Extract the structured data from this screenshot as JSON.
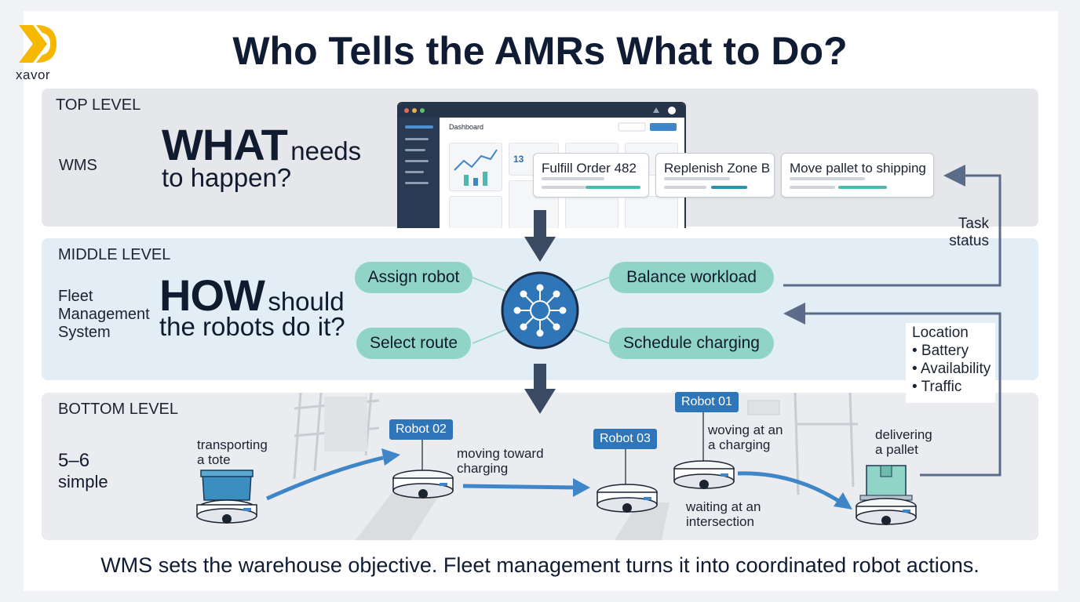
{
  "brand": {
    "name": "xavor",
    "icon": "xavor-logo-icon",
    "accent": "#f5b700"
  },
  "title": "Who Tells the AMRs What to Do?",
  "levels": {
    "top": {
      "label": "TOP LEVEL",
      "system": "WMS",
      "question_keyword": "WHAT",
      "question_rest_1": "needs",
      "question_rest_2": "to happen?"
    },
    "middle": {
      "label": "MIDDLE LEVEL",
      "system_line_1": "Fleet",
      "system_line_2": "Management",
      "system_line_3": "System",
      "question_keyword": "HOW",
      "question_rest_1": "should",
      "question_rest_2": "the robots do it?"
    },
    "bottom": {
      "label": "BOTTOM LEVEL",
      "count_line_1": "5–6",
      "count_line_2": "simple"
    }
  },
  "dashboard": {
    "title": "Dashboard",
    "stat": "13"
  },
  "tasks": [
    "Fulfill Order 482",
    "Replenish Zone B",
    "Move pallet to shipping"
  ],
  "fleet_actions": {
    "left": [
      "Assign robot",
      "Select route"
    ],
    "right": [
      "Balance workload",
      "Schedule charging"
    ],
    "hub_icon": "network-hub-icon"
  },
  "feedback": {
    "task_status_line_1": "Task",
    "task_status_line_2": "status",
    "robot_info": [
      "Location",
      "• Battery",
      "• Availability",
      "• Traffic"
    ]
  },
  "robots": [
    {
      "label": "Robot 02",
      "caption_line_1": "moving toward",
      "caption_line_2": "charging"
    },
    {
      "label": "Robot 03",
      "caption_line_1": "waiting at an",
      "caption_line_2": "intersection"
    },
    {
      "label": "Robot 01",
      "caption_line_1": "woving at an",
      "caption_line_2": "a charging"
    }
  ],
  "activities": {
    "tote_line_1": "transporting",
    "tote_line_2": "a tote",
    "pallet_line_1": "delivering",
    "pallet_line_2": "a pallet"
  },
  "footer": "WMS sets the warehouse objective. Fleet management turns it into coordinated robot actions.",
  "colors": {
    "navy": "#101c33",
    "teal_pill": "#8fd4c7",
    "hub": "#2f76b8",
    "arrow": "#3a4a63",
    "robot_tag": "#2f76b8",
    "path_arrow": "#3f86c9",
    "feedback_line": "#5b6b8a"
  }
}
